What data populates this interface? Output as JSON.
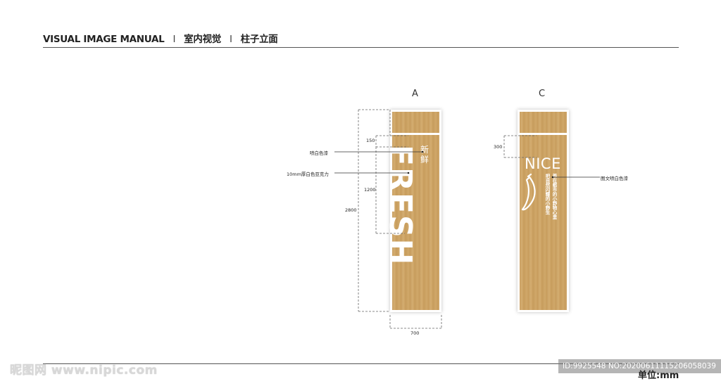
{
  "header": {
    "manual": "VISUAL IMAGE MANUAL",
    "sep": "I",
    "section": "室内视觉",
    "page": "柱子立面"
  },
  "pillars": {
    "a": {
      "label": "A",
      "word": "FRESH",
      "chinese": "新鲜"
    },
    "c": {
      "label": "C",
      "word": "NICE",
      "slogan_col1": "把自然闪耀的小野生",
      "slogan_col2": "养在都市的小野物心里"
    }
  },
  "dimensions": {
    "d150": "150",
    "d1200": "1200",
    "d2800": "2800",
    "d700": "700",
    "d300": "300"
  },
  "notes": {
    "paint_white": "喷白色漆",
    "acrylic": "10mm厚白色亚克力",
    "graphic_paint": "图文喷白色漆"
  },
  "footer": {
    "unit": "单位:mm",
    "watermark": "昵图网 www.nipic.com",
    "id": "ID:9925548 NO:20200611115206058039"
  },
  "colors": {
    "wood": "#cda365",
    "white": "#ffffff",
    "line": "#555555"
  }
}
